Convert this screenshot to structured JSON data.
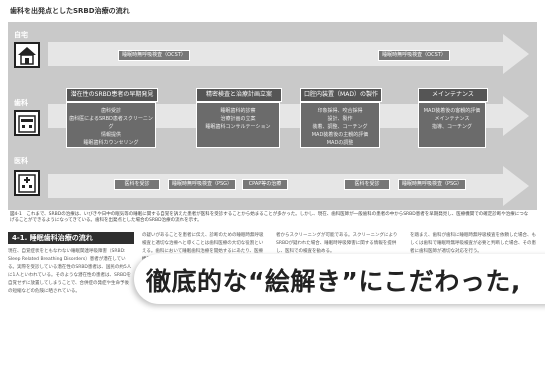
{
  "header": {
    "title": "歯科を出発点としたSRBD治療の流れ"
  },
  "lanes": [
    {
      "label": "自宅",
      "icon": "house-icon"
    },
    {
      "label": "歯科",
      "icon": "dental-clinic-icon"
    },
    {
      "label": "医科",
      "icon": "hospital-icon"
    }
  ],
  "diagram": {
    "top_pills": [
      "睡眠時無呼吸検査（OCST）",
      "睡眠時無呼吸検査（OCST）"
    ],
    "stages": [
      {
        "title": "潜在性のSRBD患者の早期発見",
        "lines": [
          "歯科受診",
          "歯科医によるSRBD患者スクリーニング",
          "情報提供",
          "睡眠歯科カウンセリング"
        ]
      },
      {
        "title": "精密検査と治療計画立案",
        "lines": [
          "睡眠歯科的診察",
          "治療計画の立案",
          "睡眠歯科コンサルテーション"
        ]
      },
      {
        "title": "口腔内装置（MAD）の製作",
        "lines": [
          "印象採得、咬合採得",
          "設計、製作",
          "装着、調整、コーチング",
          "MAD装着後の主観的評価",
          "MADの調整"
        ]
      },
      {
        "title": "メインテナンス",
        "lines": [
          "MAD装着後の客観的評価",
          "メインテナンス",
          "指導、コーチング"
        ]
      }
    ],
    "bottom_pills": [
      "医科を受診",
      "睡眠時無呼吸検査（PSG）",
      "CPAP等の治療",
      "医科を受診",
      "睡眠時無呼吸検査（PSG）"
    ]
  },
  "caption": "図4-1　これまで、SRBDの治療は、いびきや日中の眠気等の睡眠に関する自覚を訴えた患者が医科を受診することから始まることが多かった。しかし、現在、歯科医師が一般歯科の患者の中からSRBD患者を早期発見し、医療機関での確定診断や治療につなげることができるようになってきている。歯科を出発点とした場合のSRBD治療の流れを示す。",
  "section": {
    "heading": "4-1. 睡眠歯科治療の流れ"
  },
  "columns": [
    "現在、自覚症状をともなわない睡眠関連呼吸障害（SRBD: Sleep Related Breathing Disorders）患者が潜在している。実際を受診している潜在性のSRBD患者は、国民の約5人に1人といわれている。そのような潜在性の患者は、SRBDを自覚せずに放置してしまうことで、合併症の発症や生命予後の短縮などの危険に晒されている。",
    "の疑いがあることを患者に伝え、診断のための睡眠時無呼吸検査と適切な治療へと導くことは歯科医療の大切な役割といえる。歯科において睡眠歯科治療を開始するにあたり、医療機関との連携体制の構築が重要となる。",
    "者からスクリーニングが可能である。スクリーニングによりSRBDが疑われた場合、睡眠時呼吸障害に関する情報を提供し、医科での検査を勧める。",
    "を踏まえ、歯科が歯科に睡眠時無呼吸検査を依頼した場合、もしくは歯科で睡眠時無呼吸検査が必要と判断した場合、その患者に歯科医師が適切な対応を行う。"
  ],
  "banner": {
    "text": "徹底的な“絵解き”にこだわった,"
  }
}
